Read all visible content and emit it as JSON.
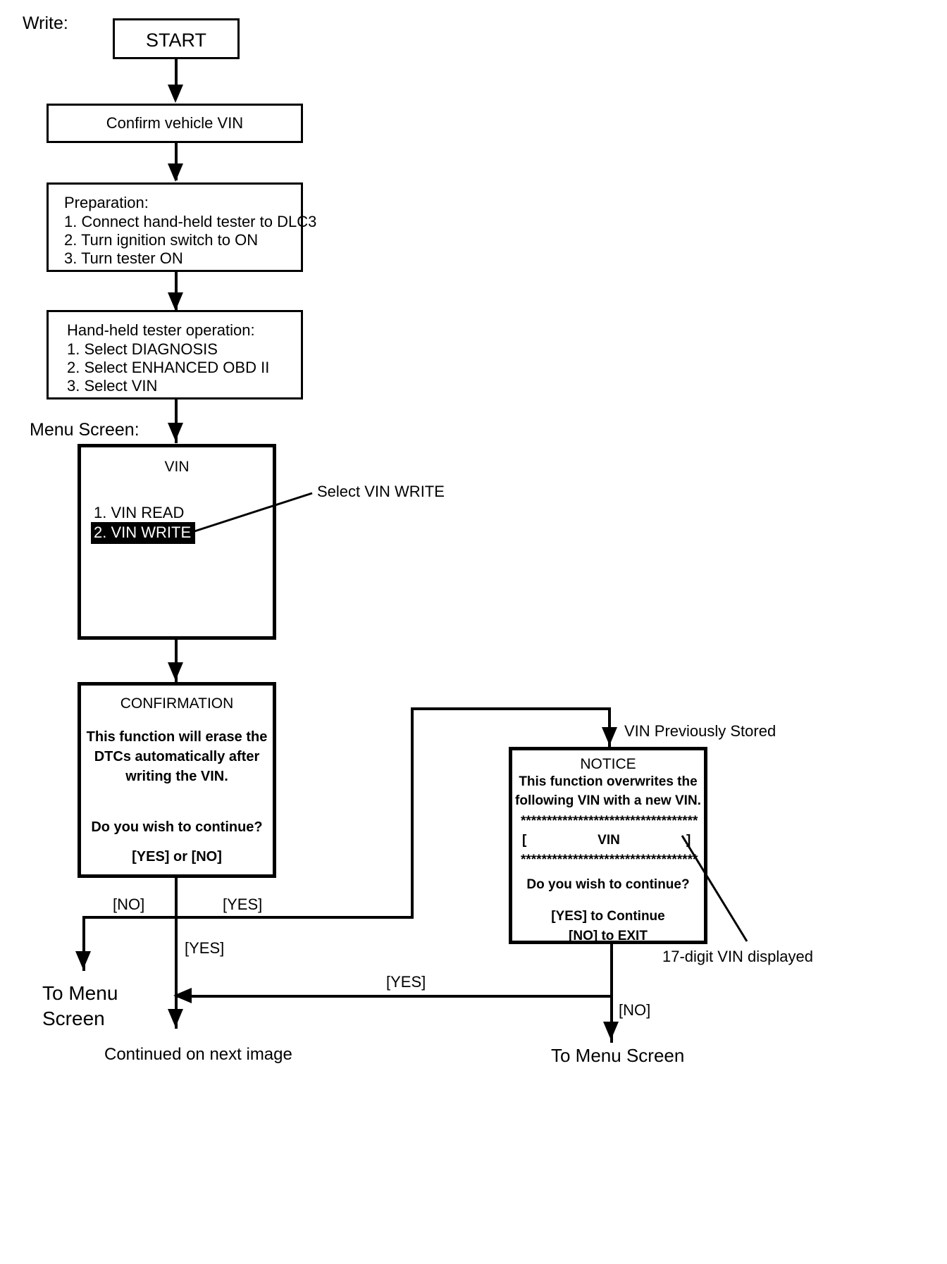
{
  "section": {
    "write_label": "Write:",
    "menu_screen_label": "Menu Screen:"
  },
  "nodes": {
    "start": {
      "text": "START"
    },
    "confirm_vin": {
      "text": "Confirm vehicle VIN"
    },
    "preparation": {
      "title": "Preparation:",
      "steps": [
        "1. Connect hand-held tester to DLC3",
        "2. Turn ignition switch to ON",
        "3. Turn tester ON"
      ]
    },
    "tester_operation": {
      "title": "Hand-held tester operation:",
      "steps": [
        "1. Select DIAGNOSIS",
        "2. Select ENHANCED OBD II",
        "3. Select VIN"
      ]
    },
    "vin_menu_screen": {
      "title": "VIN",
      "items": [
        {
          "label": "1. VIN READ",
          "selected": false
        },
        {
          "label": "2. VIN WRITE",
          "selected": true
        }
      ]
    },
    "confirmation_screen": {
      "title": "CONFIRMATION",
      "body": [
        "This function will erase the",
        "DTCs automatically after",
        "writing the VIN."
      ],
      "question": "Do you wish to continue?",
      "answers": "[YES] or [NO]"
    },
    "notice_screen": {
      "title": "NOTICE",
      "body": [
        "This function overwrites the",
        "following VIN with a new VIN."
      ],
      "asterisk_rule": "**********************************",
      "vin_field_open": "[",
      "vin_field_label": "VIN",
      "vin_field_close": "]",
      "question": "Do you wish to continue?",
      "answer_yes": "[YES] to Continue",
      "answer_no": "[NO] to EXIT"
    }
  },
  "callouts": {
    "select_vin_write": "Select VIN WRITE",
    "vin_previously_stored": "VIN Previously Stored",
    "seventeen_digit_vin": "17-digit VIN displayed"
  },
  "edges": {
    "no_from_confirmation": "[NO]",
    "yes_from_confirmation": "[YES]",
    "yes_to_next": "[YES]",
    "yes_from_notice": "[YES]",
    "no_from_notice": "[NO]"
  },
  "terminals": {
    "to_menu_screen_left_line1": "To Menu",
    "to_menu_screen_left_line2": "Screen",
    "continued_next_image": "Continued on next image",
    "to_menu_screen_right": "To Menu Screen"
  }
}
